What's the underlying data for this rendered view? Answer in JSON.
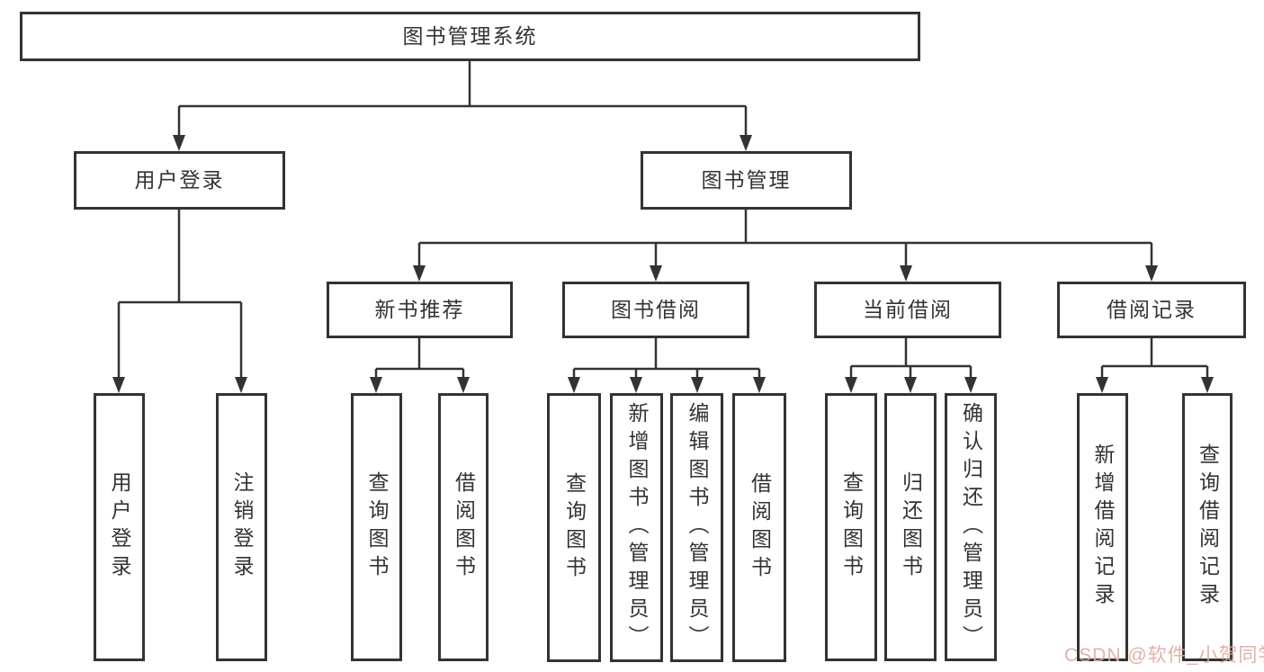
{
  "diagram": {
    "title": "图书管理系统",
    "branches": [
      {
        "label": "用户登录",
        "children": [
          {
            "label": "用户登录"
          },
          {
            "label": "注销登录"
          }
        ]
      },
      {
        "label": "图书管理",
        "children": [
          {
            "label": "新书推荐",
            "children": [
              {
                "label": "查询图书"
              },
              {
                "label": "借阅图书"
              }
            ]
          },
          {
            "label": "图书借阅",
            "children": [
              {
                "label": "查询图书"
              },
              {
                "label": "新增图书（管理员）"
              },
              {
                "label": "编辑图书（管理员）"
              },
              {
                "label": "借阅图书"
              }
            ]
          },
          {
            "label": "当前借阅",
            "children": [
              {
                "label": "查询图书"
              },
              {
                "label": "归还图书"
              },
              {
                "label": "确认归还（管理员）"
              }
            ]
          },
          {
            "label": "借阅记录",
            "children": [
              {
                "label": "新增借阅记录"
              },
              {
                "label": "查询借阅记录"
              }
            ]
          }
        ]
      }
    ]
  },
  "watermark": {
    "text": "CSDN @软件_小贺同学",
    "color": "#dfa99f"
  },
  "colors": {
    "line": "#333333",
    "text": "#333333",
    "background": "#ffffff"
  }
}
